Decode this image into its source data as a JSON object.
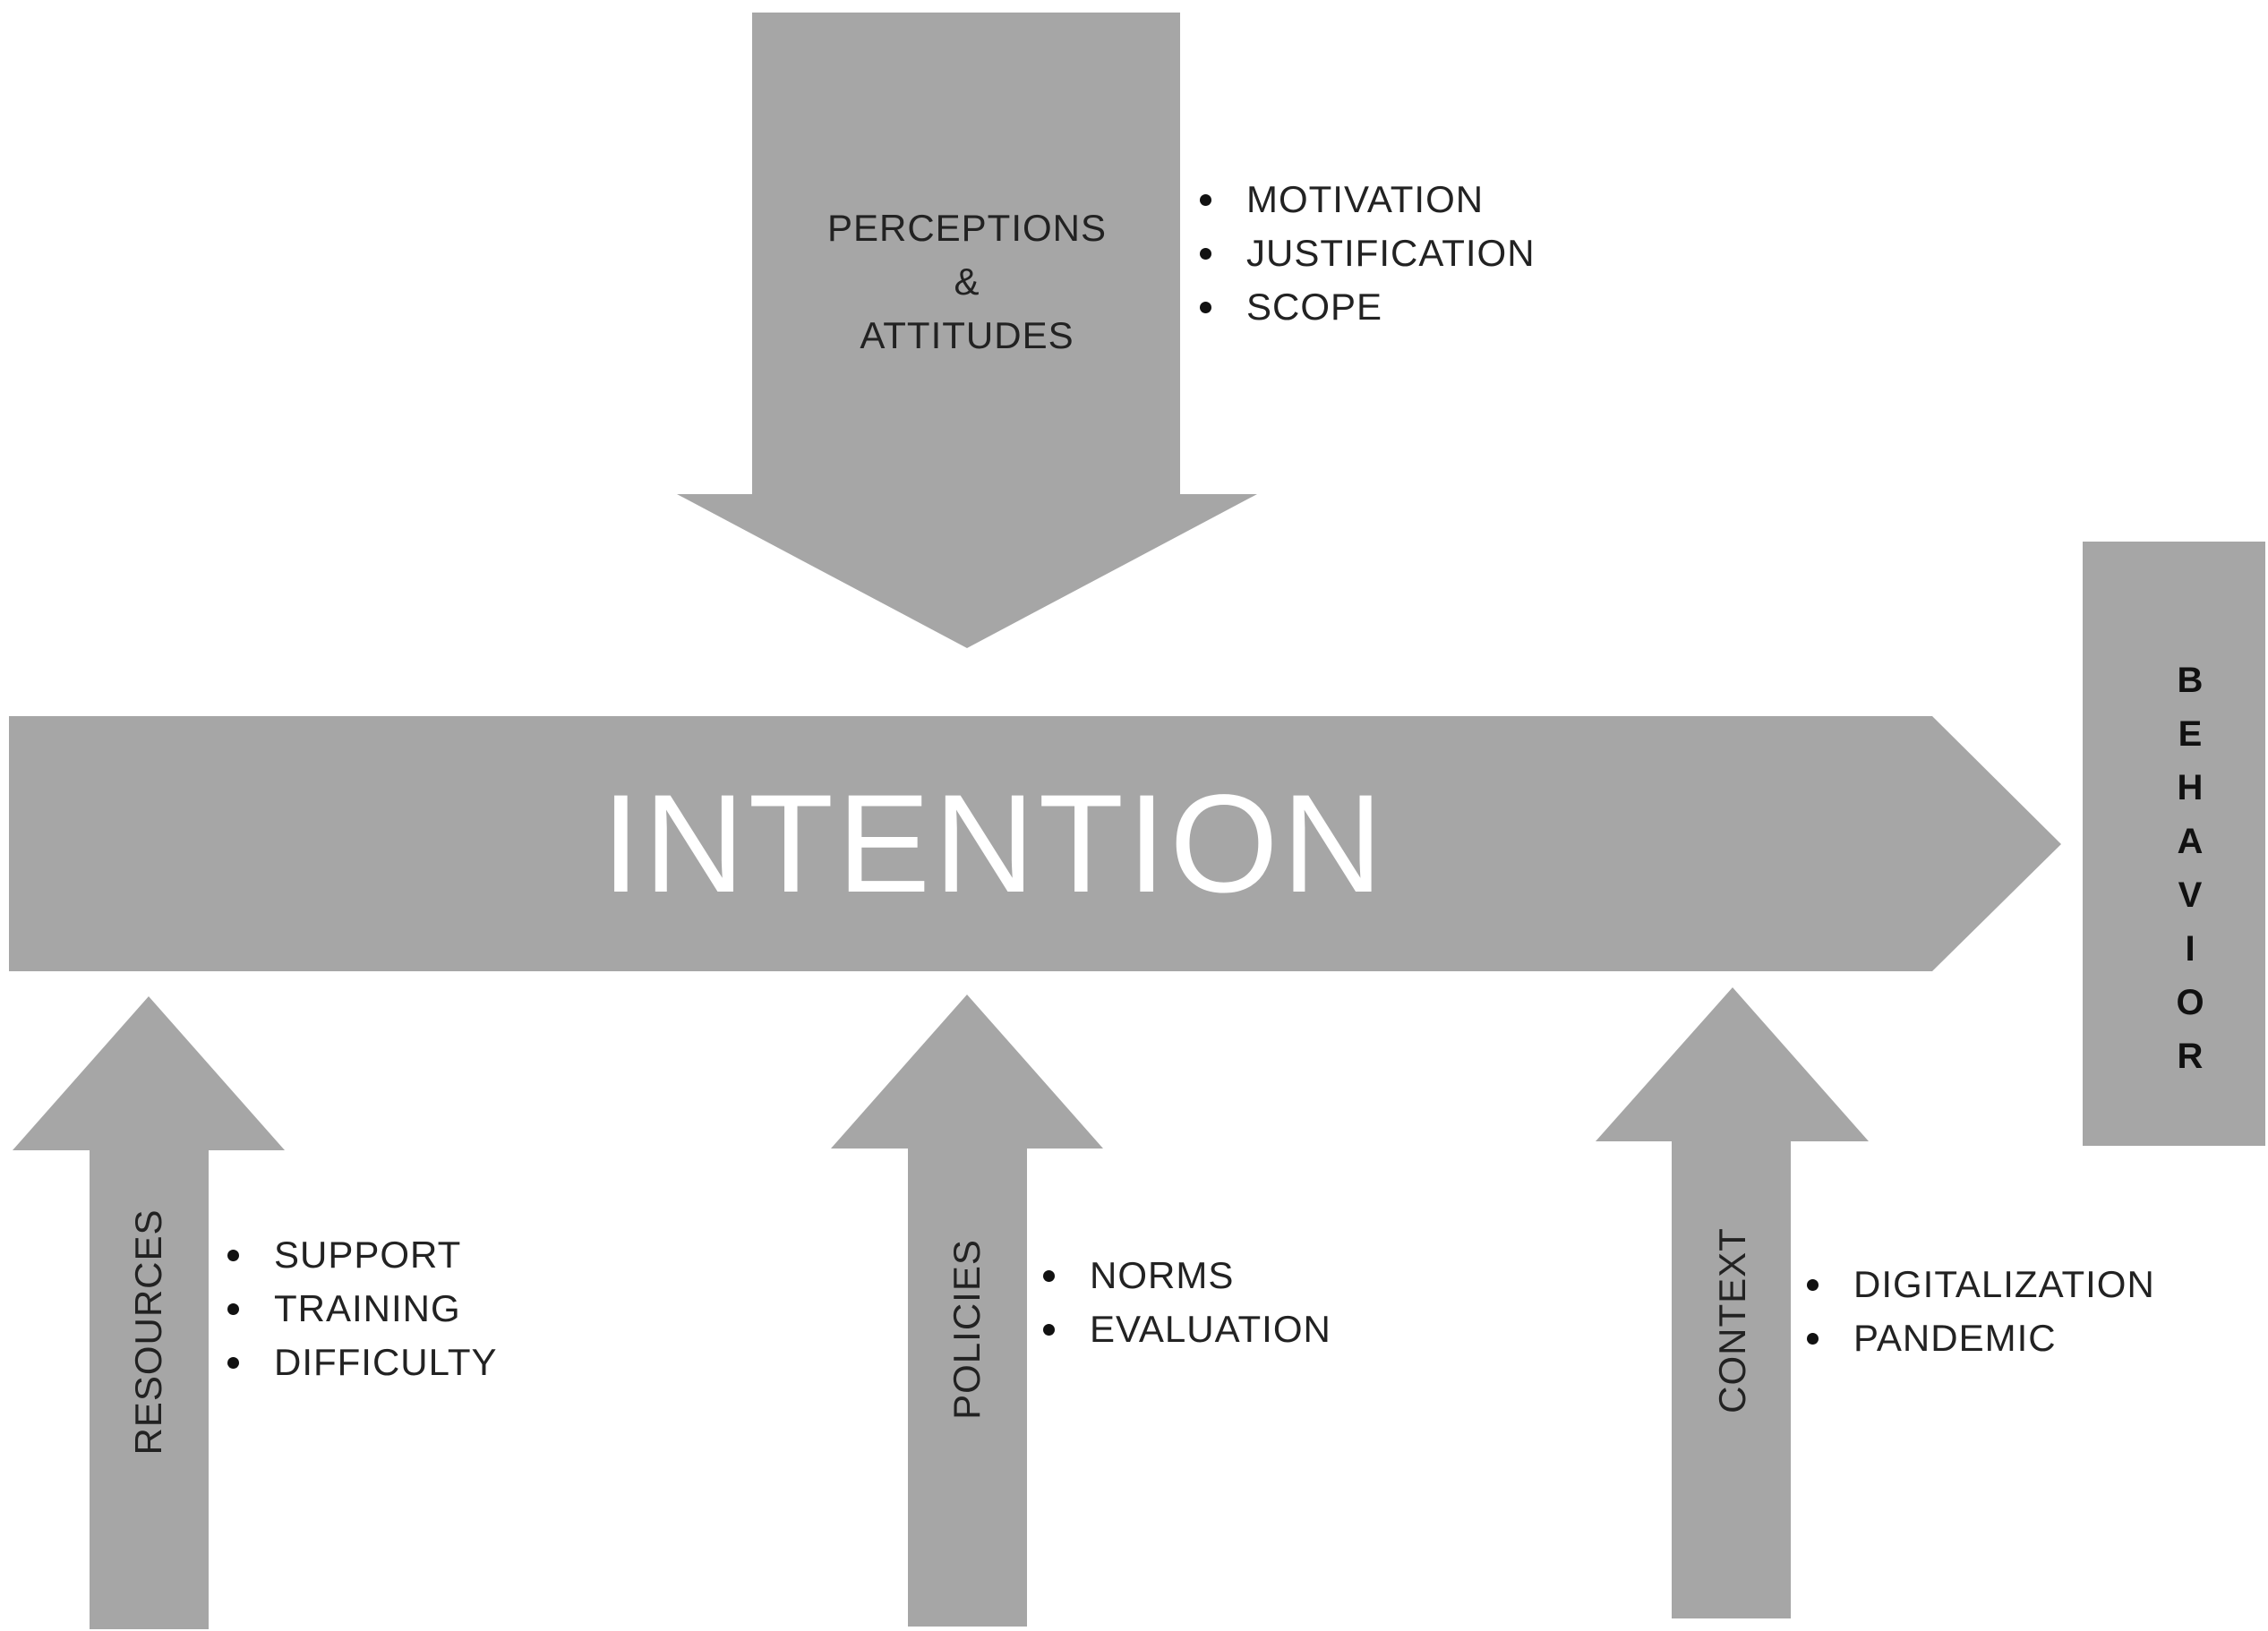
{
  "colors": {
    "shape_fill": "#a6a6a6",
    "text_dark": "#222222",
    "text_light": "#ffffff"
  },
  "intention": {
    "label": "INTENTION"
  },
  "perceptions": {
    "line1": "PERCEPTIONS",
    "line2": "&",
    "line3": "ATTITUDES",
    "bullets": [
      "MOTIVATION",
      "JUSTIFICATION",
      "SCOPE"
    ]
  },
  "behavior": {
    "letters": [
      "B",
      "E",
      "H",
      "A",
      "V",
      "I",
      "O",
      "R"
    ]
  },
  "resources": {
    "label": "RESOURCES",
    "bullets": [
      "SUPPORT",
      "TRAINING",
      "DIFFICULTY"
    ]
  },
  "policies": {
    "label": "POLICIES",
    "bullets": [
      "NORMS",
      "EVALUATION"
    ]
  },
  "context": {
    "label": "CONTEXT",
    "bullets": [
      "DIGITALIZATION",
      "PANDEMIC"
    ]
  }
}
